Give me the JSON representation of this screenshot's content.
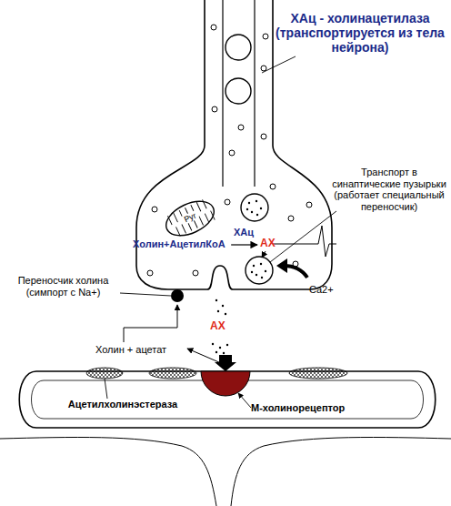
{
  "diagram": {
    "nodes": [
      {
        "text": [
          "Pyr"
        ]
      }
    ],
    "labels": [
      "ХАц - холинацетилаза (транспортируется из тела нейрона)",
      "Транспорт в синаптические пузырьки (работает специальный переносчик)",
      "Холин+АцетилКоА",
      "ХАц",
      "АХ",
      "Переносчик холина (симпорт с Na+)",
      "Ca2+",
      "АХ",
      "Холин + ацетат",
      "Ацетилхолинэстераза",
      "М-холинорецептор"
    ]
  }
}
